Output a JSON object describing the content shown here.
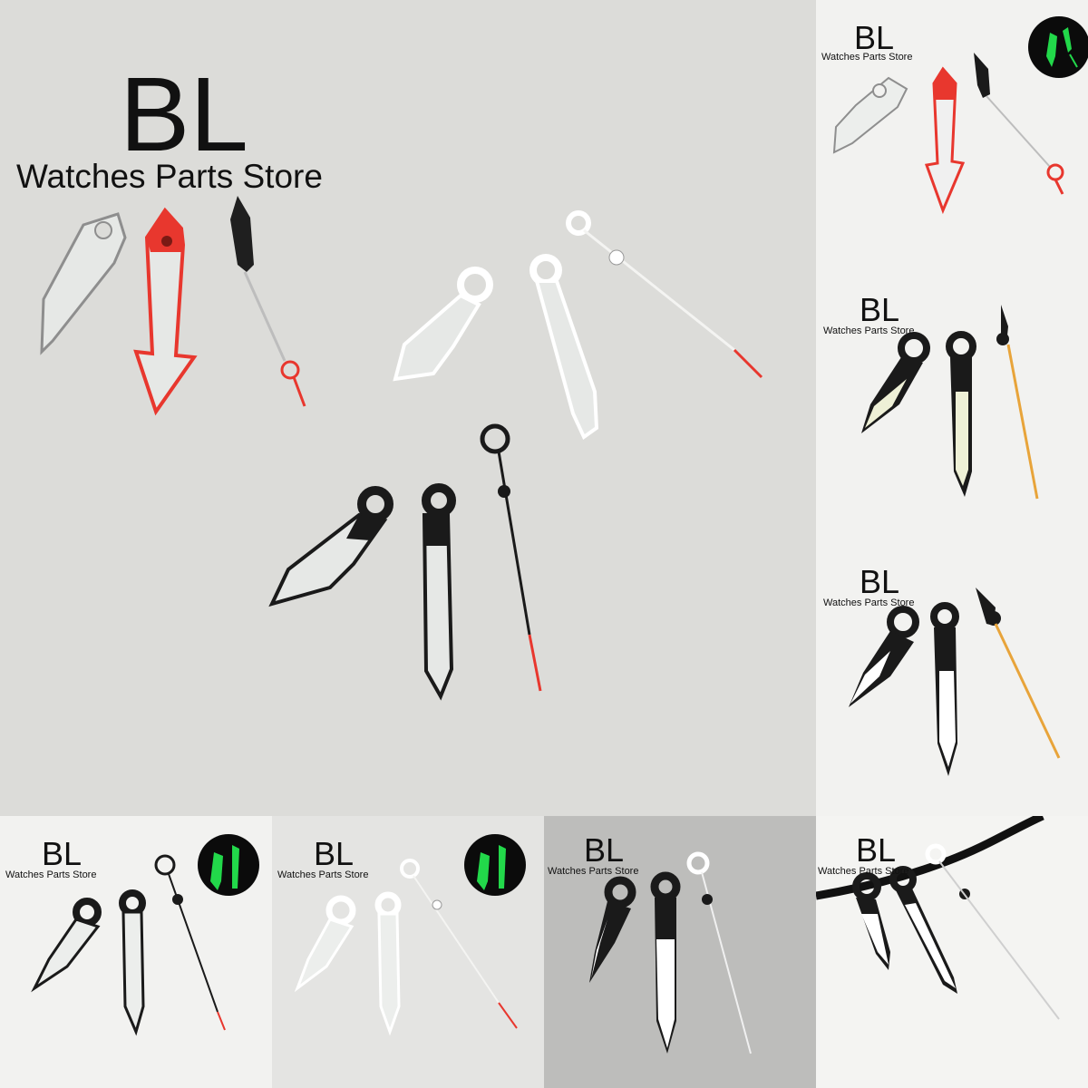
{
  "brand": {
    "logo": "BL",
    "store": "Watches Parts Store"
  },
  "colors": {
    "background_light": "#dcdcd9",
    "background_white": "#f2f2f0",
    "lume_white": "#eceeec",
    "lume_cream": "#eef0d6",
    "hand_black": "#1a1a1a",
    "accent_red": "#e8372e",
    "accent_orange": "#e8a43a",
    "glow_green": "#22d84a"
  },
  "panels": {
    "main": {
      "logo": "BL",
      "store": "Watches Parts Store"
    },
    "top_right": {
      "logo": "BL",
      "store": "Watches Parts Store",
      "glow_icon": "lume-glow-icon"
    },
    "mid_right_1": {
      "logo": "BL",
      "store": "Watches Parts Store"
    },
    "mid_right_2": {
      "logo": "BL",
      "store": "Watches Parts Store"
    },
    "bottom_1": {
      "logo": "BL",
      "store": "Watches Parts Store",
      "glow_icon": "lume-glow-icon"
    },
    "bottom_2": {
      "logo": "BL",
      "store": "Watches Parts Store",
      "glow_icon": "lume-glow-icon"
    },
    "bottom_3": {
      "logo": "BL",
      "store": "Watches Parts Store"
    },
    "bottom_4": {
      "logo": "BL",
      "store": "Watches Parts Store"
    }
  }
}
